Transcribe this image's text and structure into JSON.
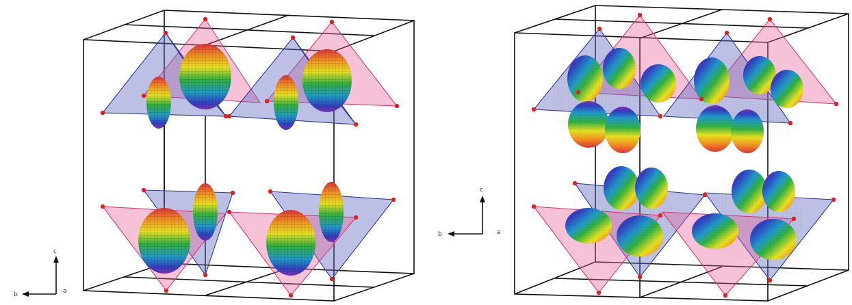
{
  "panels": [
    {
      "id": "left",
      "axes": {
        "up": "c",
        "left": "b",
        "out": "a"
      }
    },
    {
      "id": "right",
      "axes": {
        "up": "c",
        "left": "b",
        "out": "a"
      }
    }
  ],
  "colors": {
    "pink_tetrahedron": "#e85e96",
    "blue_tetrahedron": "#5c68be",
    "vertex": "#e02020",
    "cell_edge": "#111111"
  },
  "icons": [
    "orbital-lobe-icon",
    "tetrahedron-icon"
  ]
}
